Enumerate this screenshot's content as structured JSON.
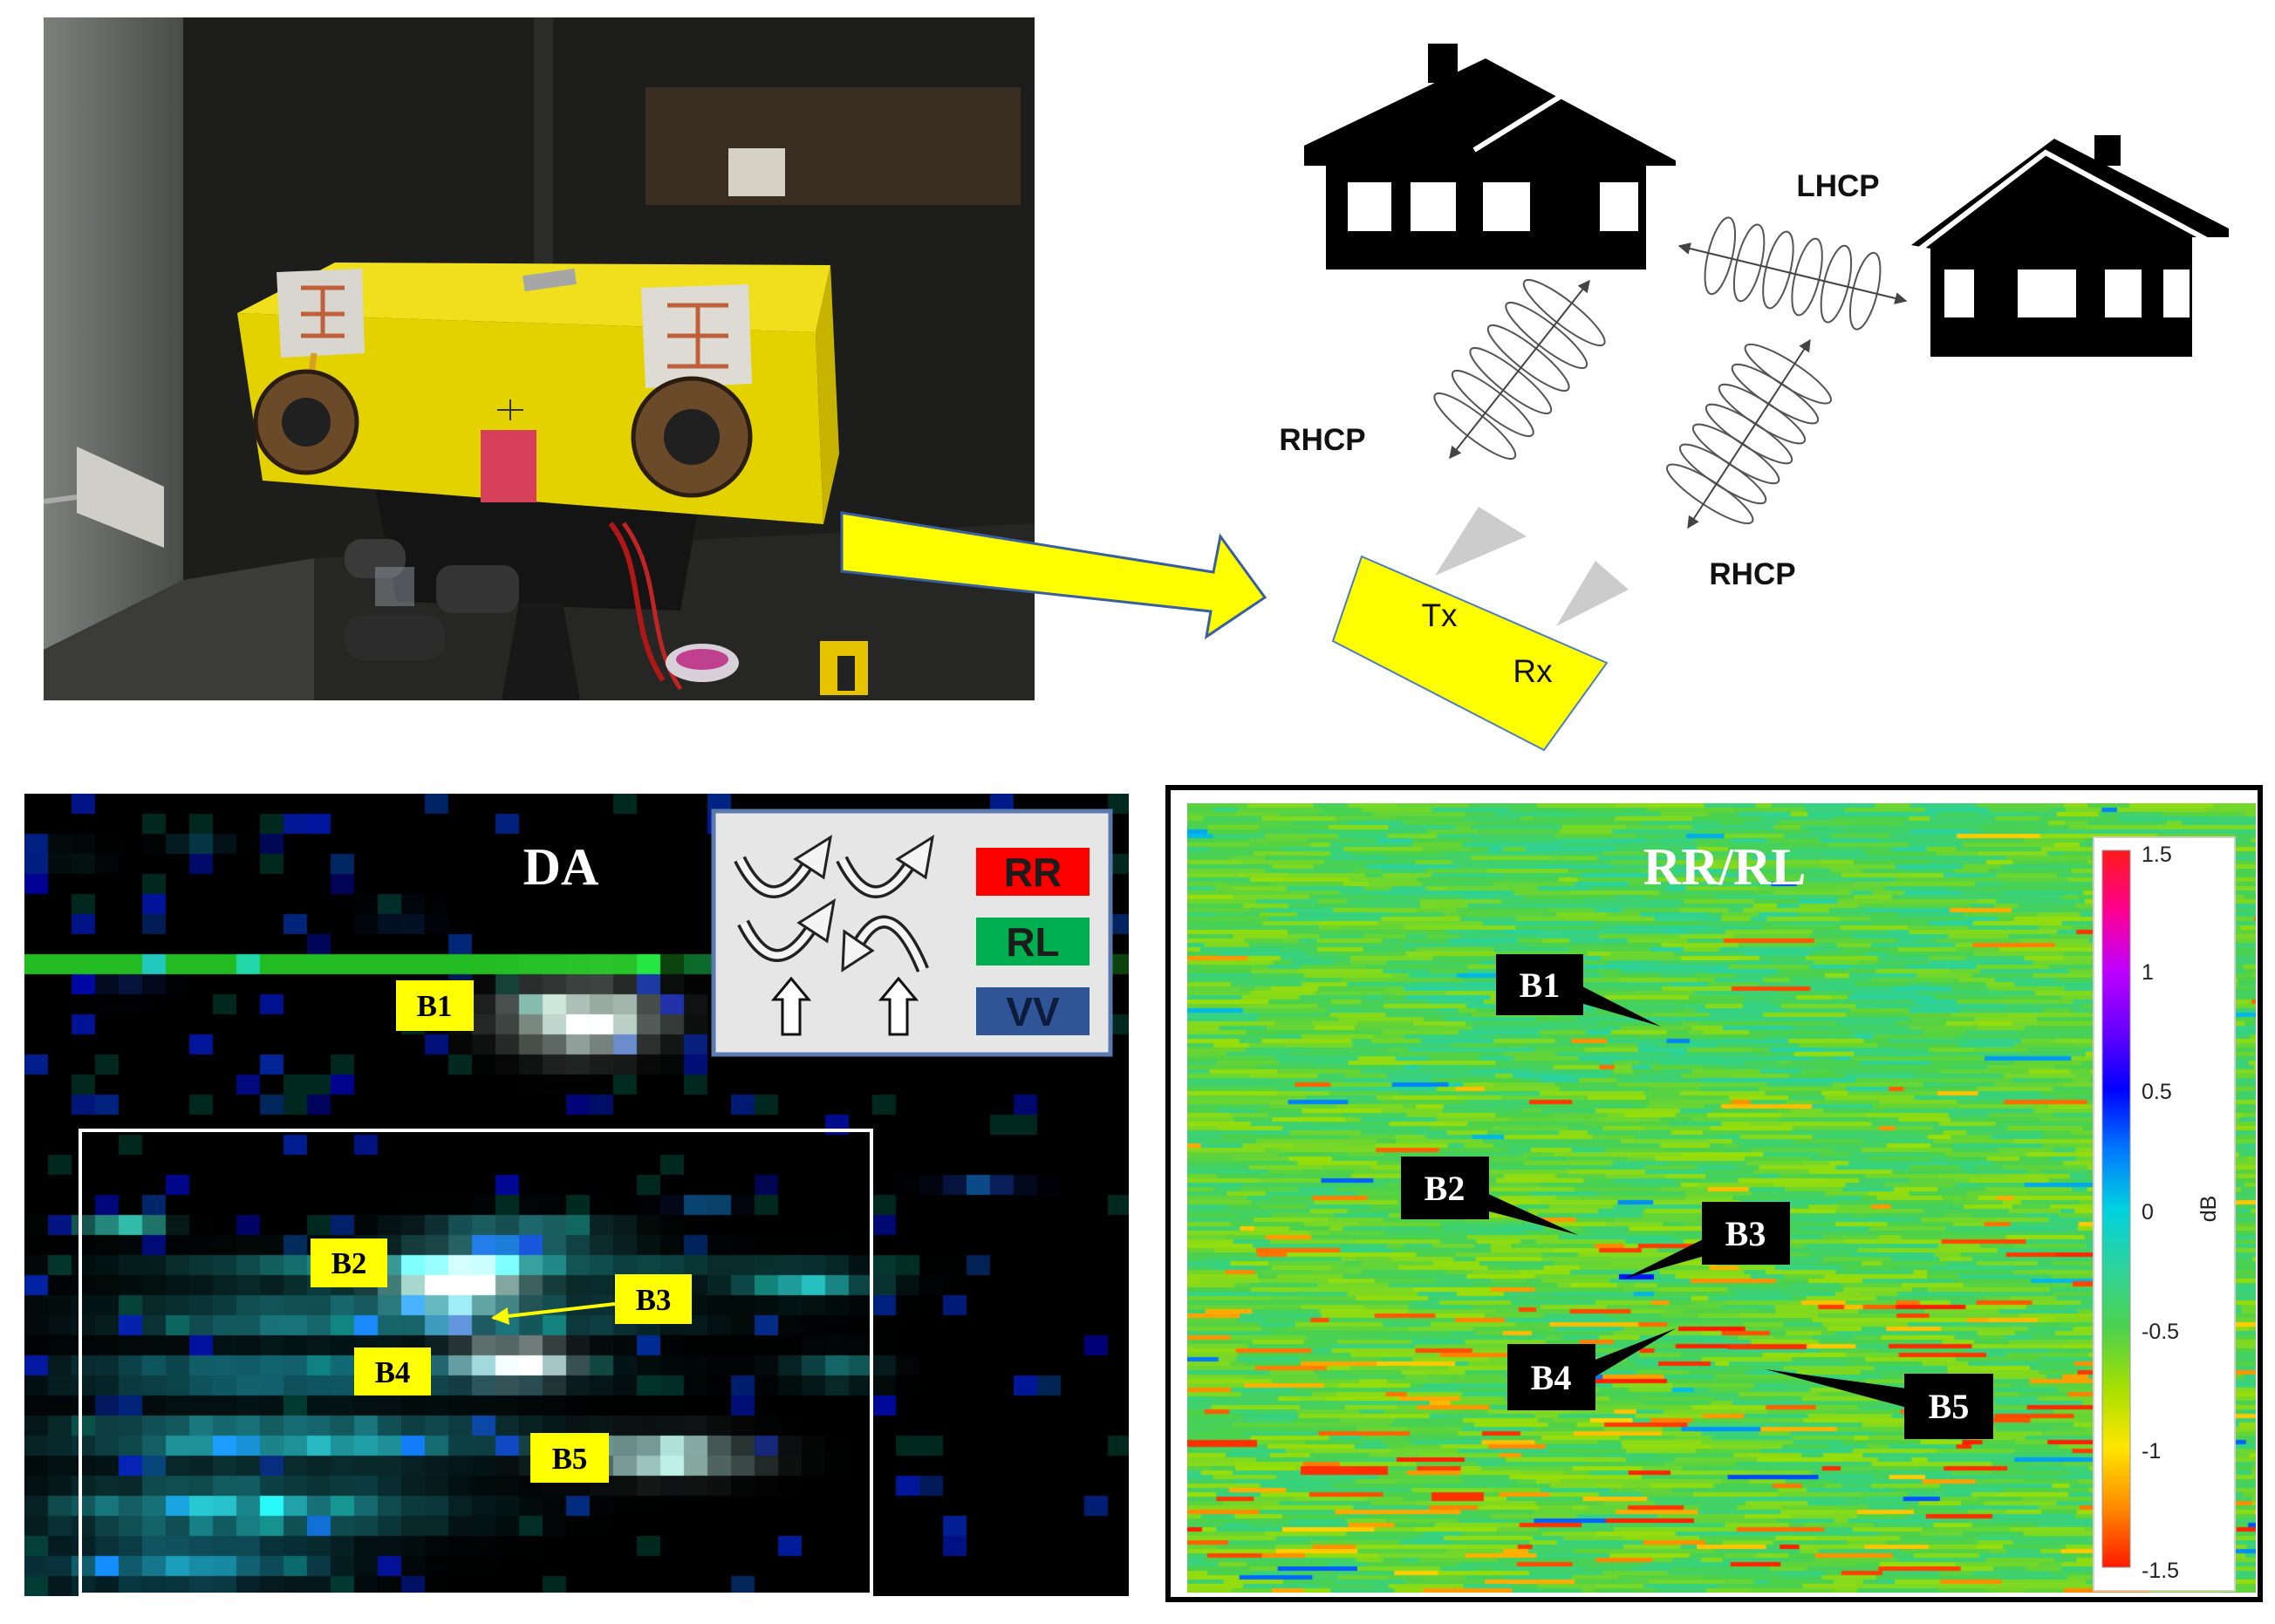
{
  "diagram": {
    "lhcp_label": "LHCP",
    "rhcp_label_left": "RHCP",
    "rhcp_label_right": "RHCP",
    "tx_label": "Tx",
    "rx_label": "Rx"
  },
  "da_panel": {
    "title": "DA",
    "legend": {
      "rr": "RR",
      "rl": "RL",
      "vv": "VV",
      "rr_color": "#ff0000",
      "rl_color": "#00b050",
      "vv_color": "#2f5597"
    },
    "labels": [
      "B1",
      "B2",
      "B3",
      "B4",
      "B5"
    ]
  },
  "rrrl_panel": {
    "title": "RR/RL",
    "labels": [
      "B1",
      "B2",
      "B3",
      "B4",
      "B5"
    ],
    "colorbar": {
      "unit": "dB",
      "ticks": [
        "1.5",
        "1",
        "0.5",
        "0",
        "-0.5",
        "-1",
        "-1.5"
      ],
      "colors_top_to_bottom": [
        "#ff1a1a",
        "#ff0090",
        "#c000ff",
        "#6a00ff",
        "#0000ff",
        "#0078ff",
        "#00d2e0",
        "#2ed39a",
        "#4cd14c",
        "#a6e000",
        "#ffe600",
        "#ff8a00",
        "#ff1a00"
      ]
    }
  }
}
